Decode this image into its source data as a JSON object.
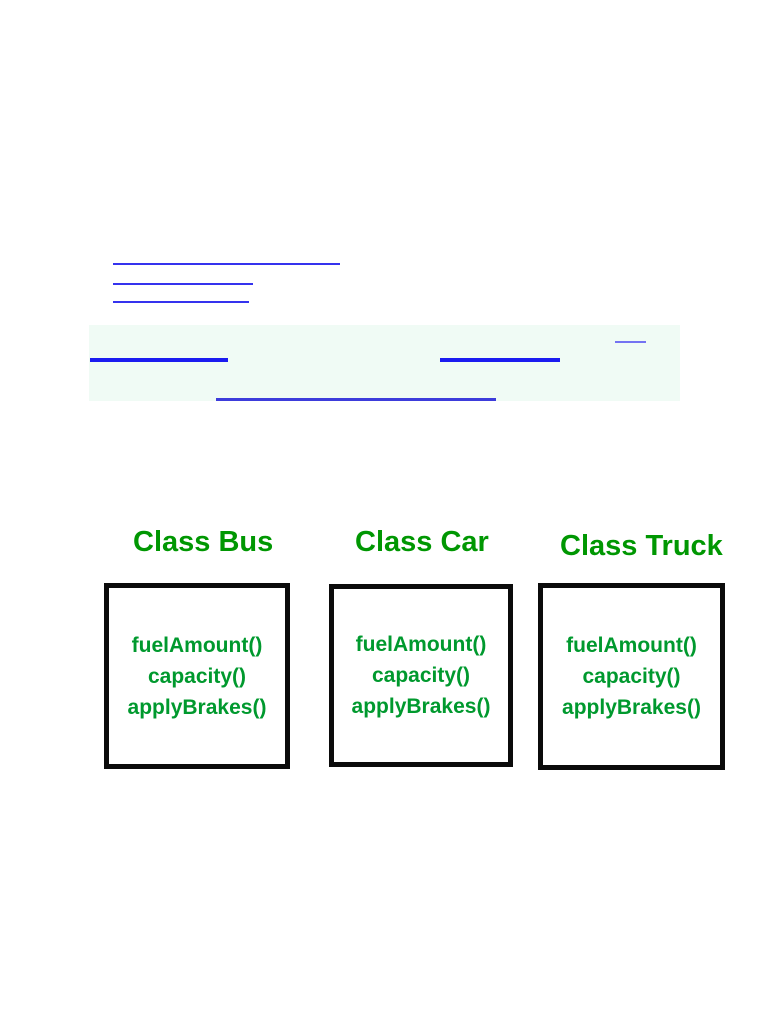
{
  "colors": {
    "link_blue": "#3533ee",
    "link_blue_thick": "#1b1bf0",
    "link_blue_light": "#7473f2",
    "link_blue_bottom": "#3d3cdb",
    "highlight_bg": "#f0fbf5",
    "class_title_green": "#009702",
    "method_green": "#00992e",
    "box_border": "#0b0b0b"
  },
  "diagram": {
    "classes": [
      {
        "title": "Class Bus",
        "methods": [
          "fuelAmount()",
          "capacity()",
          "applyBrakes()"
        ]
      },
      {
        "title": "Class Car",
        "methods": [
          "fuelAmount()",
          "capacity()",
          "applyBrakes()"
        ]
      },
      {
        "title": "Class Truck",
        "methods": [
          "fuelAmount()",
          "capacity()",
          "applyBrakes()"
        ]
      }
    ]
  }
}
